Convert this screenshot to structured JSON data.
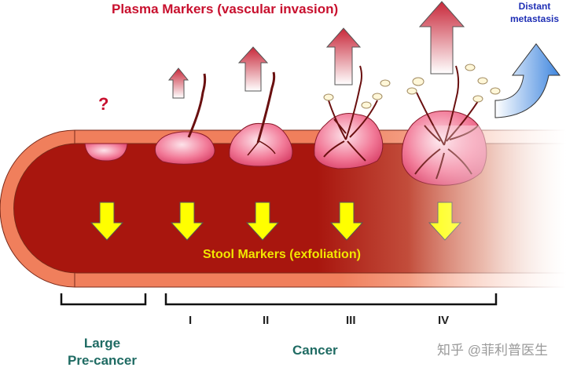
{
  "plasma_title": "Plasma Markers (vascular invasion)",
  "distant": {
    "line1": "Distant",
    "line2": "metastasis"
  },
  "stool_title": "Stool Markers (exfoliation)",
  "question_mark": "?",
  "stages": [
    "I",
    "II",
    "III",
    "IV"
  ],
  "precancer": {
    "line1": "Large",
    "line2": "Pre-cancer"
  },
  "cancer_label": "Cancer",
  "watermark": "知乎 @菲利普医生",
  "colors": {
    "tube_outer": "#f08a6a",
    "lumen": "#a8160e",
    "arrow_up": "#c8283a",
    "arrow_down_fill": "#ffff00",
    "tumor": "#ee5a7e",
    "metastasis_arrow": "#4a8ee0"
  }
}
